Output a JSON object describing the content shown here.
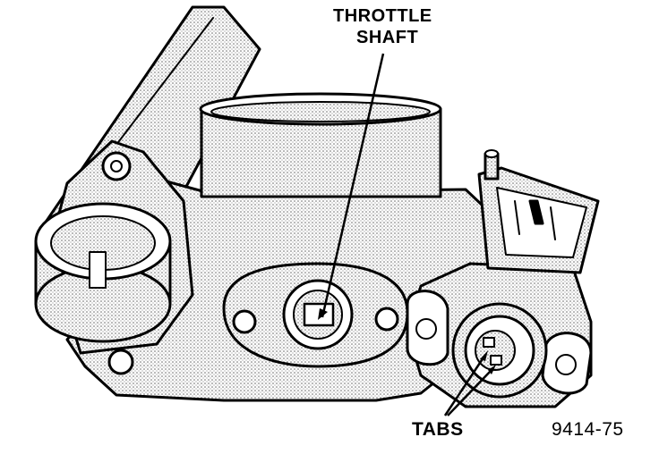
{
  "labels": {
    "throttle_shaft_line1": "THROTTLE",
    "throttle_shaft_line2": "SHAFT",
    "tabs": "TABS",
    "figure_number": "9414-75"
  },
  "colors": {
    "ink": "#000000",
    "shade": "#b8b8b8",
    "paper": "#ffffff"
  }
}
